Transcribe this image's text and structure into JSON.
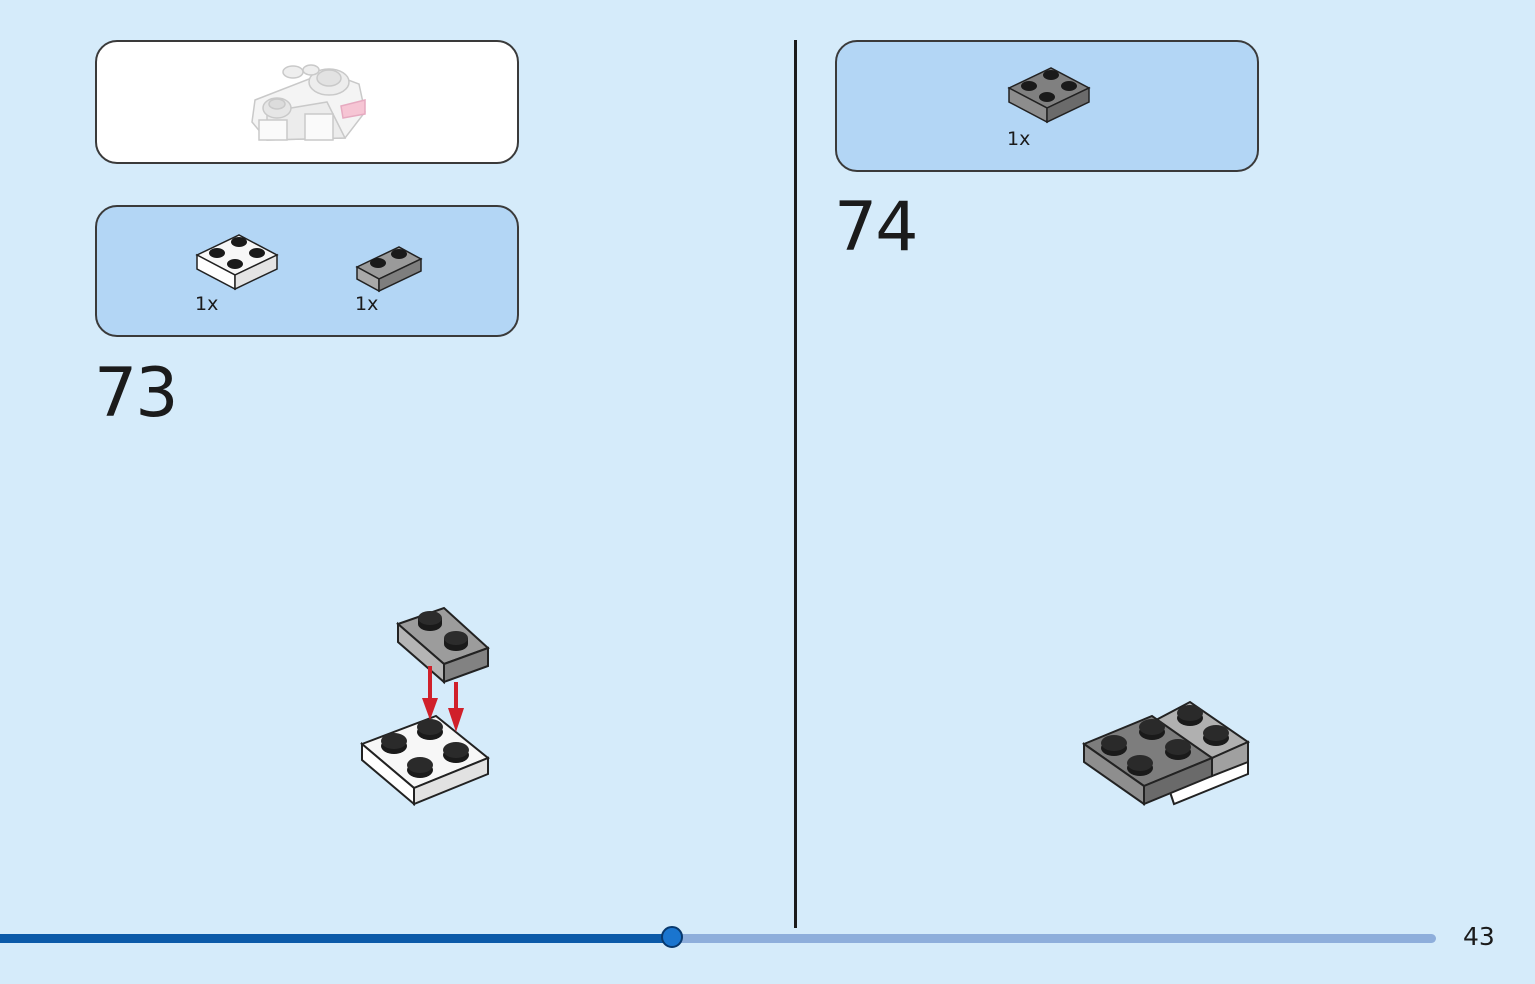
{
  "left_page": {
    "step_number": "73",
    "parts": [
      {
        "qty": "1x",
        "part": "plate-2x2-white"
      },
      {
        "qty": "1x",
        "part": "plate-1x2-gray"
      }
    ]
  },
  "right_page": {
    "step_number": "74",
    "parts": [
      {
        "qty": "1x",
        "part": "plate-2x2-gray"
      }
    ]
  },
  "progress": {
    "fraction": 0.468
  },
  "page_number": "43",
  "colors": {
    "background": "#d5ebfa",
    "parts_box": "#b3d6f5",
    "progress_done": "#0b5aa8",
    "progress_remaining": "#8eaedb",
    "arrow": "#d0202a"
  }
}
